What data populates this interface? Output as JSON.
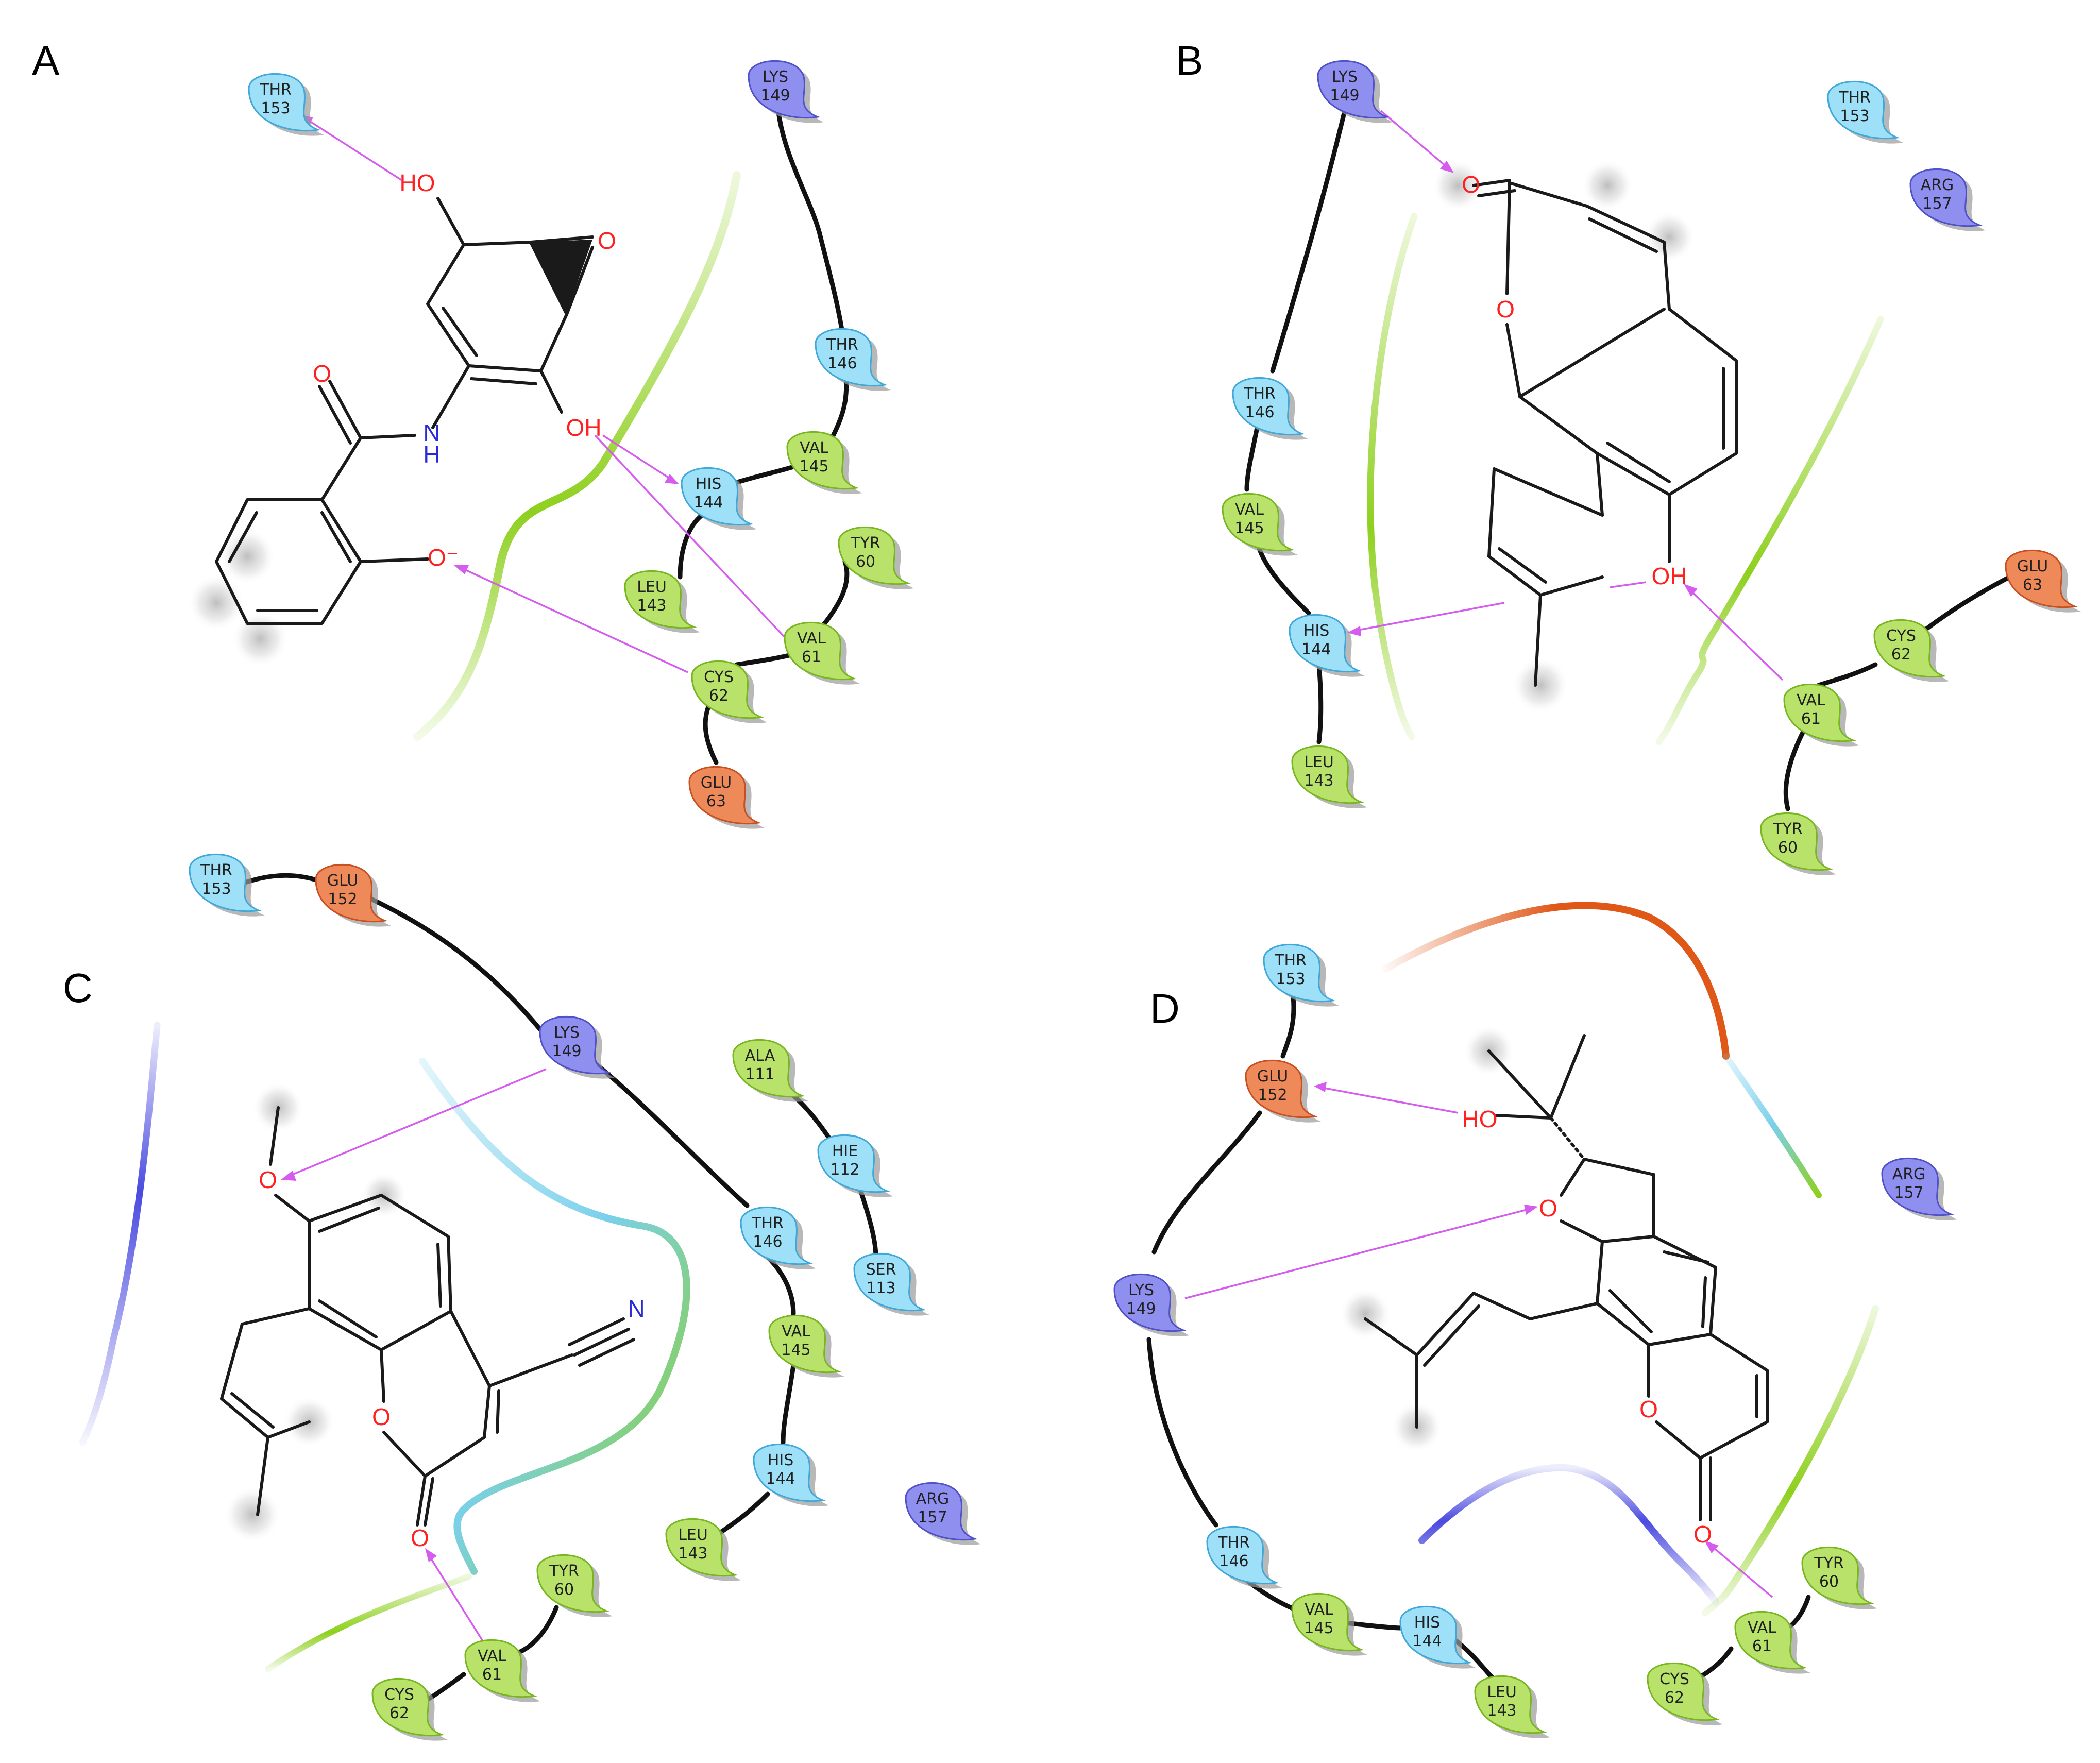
{
  "colors": {
    "polar": "#9ee0f7",
    "hydrophobic": "#b8e26a",
    "positive": "#8f8ff0",
    "negative": "#ee8a5a",
    "hbond": "#d65cf0",
    "oxygen": "#ff2020",
    "nitrogen": "#2a2ad8"
  },
  "panels": [
    {
      "letter": "A",
      "residues": [
        {
          "name": "THR",
          "num": "153",
          "type": "polar"
        },
        {
          "name": "LYS",
          "num": "149",
          "type": "positive"
        },
        {
          "name": "THR",
          "num": "146",
          "type": "polar"
        },
        {
          "name": "VAL",
          "num": "145",
          "type": "hydrophobic"
        },
        {
          "name": "HIS",
          "num": "144",
          "type": "polar"
        },
        {
          "name": "LEU",
          "num": "143",
          "type": "hydrophobic"
        },
        {
          "name": "TYR",
          "num": "60",
          "type": "hydrophobic"
        },
        {
          "name": "VAL",
          "num": "61",
          "type": "hydrophobic"
        },
        {
          "name": "CYS",
          "num": "62",
          "type": "hydrophobic"
        },
        {
          "name": "GLU",
          "num": "63",
          "type": "negative"
        }
      ],
      "atoms": [
        {
          "label": "HO",
          "el": "O"
        },
        {
          "label": "O",
          "el": "O"
        },
        {
          "label": "O",
          "el": "O"
        },
        {
          "label": "N",
          "el": "N"
        },
        {
          "label": "H",
          "el": "N"
        },
        {
          "label": "OH",
          "el": "O"
        },
        {
          "label": "O⁻",
          "el": "O"
        }
      ]
    },
    {
      "letter": "B",
      "residues": [
        {
          "name": "LYS",
          "num": "149",
          "type": "positive"
        },
        {
          "name": "THR",
          "num": "153",
          "type": "polar"
        },
        {
          "name": "ARG",
          "num": "157",
          "type": "positive"
        },
        {
          "name": "THR",
          "num": "146",
          "type": "polar"
        },
        {
          "name": "VAL",
          "num": "145",
          "type": "hydrophobic"
        },
        {
          "name": "HIS",
          "num": "144",
          "type": "polar"
        },
        {
          "name": "LEU",
          "num": "143",
          "type": "hydrophobic"
        },
        {
          "name": "GLU",
          "num": "63",
          "type": "negative"
        },
        {
          "name": "CYS",
          "num": "62",
          "type": "hydrophobic"
        },
        {
          "name": "VAL",
          "num": "61",
          "type": "hydrophobic"
        },
        {
          "name": "TYR",
          "num": "60",
          "type": "hydrophobic"
        }
      ],
      "atoms": [
        {
          "label": "O",
          "el": "O"
        },
        {
          "label": "O",
          "el": "O"
        },
        {
          "label": "OH",
          "el": "O"
        }
      ]
    },
    {
      "letter": "C",
      "residues": [
        {
          "name": "THR",
          "num": "153",
          "type": "polar"
        },
        {
          "name": "GLU",
          "num": "152",
          "type": "negative"
        },
        {
          "name": "LYS",
          "num": "149",
          "type": "positive"
        },
        {
          "name": "ALA",
          "num": "111",
          "type": "hydrophobic"
        },
        {
          "name": "HIE",
          "num": "112",
          "type": "polar"
        },
        {
          "name": "SER",
          "num": "113",
          "type": "polar"
        },
        {
          "name": "THR",
          "num": "146",
          "type": "polar"
        },
        {
          "name": "VAL",
          "num": "145",
          "type": "hydrophobic"
        },
        {
          "name": "HIS",
          "num": "144",
          "type": "polar"
        },
        {
          "name": "LEU",
          "num": "143",
          "type": "hydrophobic"
        },
        {
          "name": "ARG",
          "num": "157",
          "type": "positive"
        },
        {
          "name": "TYR",
          "num": "60",
          "type": "hydrophobic"
        },
        {
          "name": "VAL",
          "num": "61",
          "type": "hydrophobic"
        },
        {
          "name": "CYS",
          "num": "62",
          "type": "hydrophobic"
        }
      ],
      "atoms": [
        {
          "label": "O",
          "el": "O"
        },
        {
          "label": "N",
          "el": "N"
        },
        {
          "label": "O",
          "el": "O"
        },
        {
          "label": "O",
          "el": "O"
        }
      ]
    },
    {
      "letter": "D",
      "residues": [
        {
          "name": "THR",
          "num": "153",
          "type": "polar"
        },
        {
          "name": "GLU",
          "num": "152",
          "type": "negative"
        },
        {
          "name": "ARG",
          "num": "157",
          "type": "positive"
        },
        {
          "name": "LYS",
          "num": "149",
          "type": "positive"
        },
        {
          "name": "THR",
          "num": "146",
          "type": "polar"
        },
        {
          "name": "VAL",
          "num": "145",
          "type": "hydrophobic"
        },
        {
          "name": "HIS",
          "num": "144",
          "type": "polar"
        },
        {
          "name": "LEU",
          "num": "143",
          "type": "hydrophobic"
        },
        {
          "name": "TYR",
          "num": "60",
          "type": "hydrophobic"
        },
        {
          "name": "VAL",
          "num": "61",
          "type": "hydrophobic"
        },
        {
          "name": "CYS",
          "num": "62",
          "type": "hydrophobic"
        }
      ],
      "atoms": [
        {
          "label": "HO",
          "el": "O"
        },
        {
          "label": "O",
          "el": "O"
        },
        {
          "label": "O",
          "el": "O"
        },
        {
          "label": "O",
          "el": "O"
        }
      ]
    }
  ]
}
